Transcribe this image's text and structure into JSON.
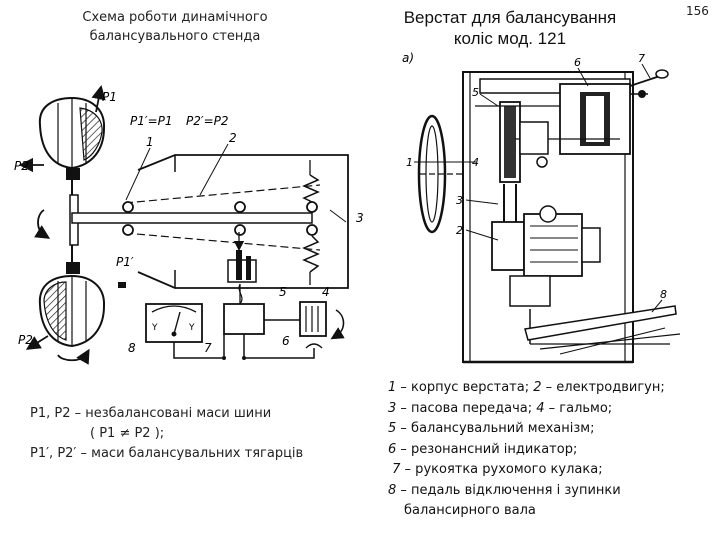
{
  "header": {
    "left_title_line1": "Схема роботи динамічного",
    "left_title_line2": "балансувального стенда",
    "right_title_line1": "Верстат для балансування",
    "right_title_line2": "коліс мод. 121",
    "page_number": "156"
  },
  "left_diagram": {
    "labels": {
      "p1": "P1",
      "p2": "P2",
      "eq1": "P1′=P1",
      "eq2": "P2′=P2",
      "p1_prime": "P1′",
      "n1": "1",
      "n2": "2",
      "n3": "3",
      "n4": "4",
      "n5": "5",
      "n6": "6",
      "n7": "7",
      "n8": "8"
    },
    "caption_line1": "P1, P2 – незбалансовані маси шини",
    "caption_line2": "( P1 ≠ P2 );",
    "caption_line3": "P1′, P2′ – маси балансувальних тягарців"
  },
  "right_diagram": {
    "labels": {
      "a": "а)",
      "n1": "1",
      "n2": "2",
      "n3": "3",
      "n4": "4",
      "n5": "5",
      "n6": "6",
      "n7": "7",
      "n8": "8"
    }
  },
  "legend": {
    "items": [
      {
        "num": "1",
        "text": " – корпус верстата; "
      },
      {
        "num": "2",
        "text": " – електродвигун;"
      },
      {
        "num": "3",
        "text": " – пасова передача; "
      },
      {
        "num": "4",
        "text": " – гальмо;"
      },
      {
        "num": "5",
        "text": " – балансувальний механізм;"
      },
      {
        "num": "6",
        "text": " – резонансний індикатор;"
      },
      {
        "num": "7",
        "text": " – рукоятка рухомого кулака;"
      },
      {
        "num": "8",
        "text": " – педаль відключення і зупинки"
      }
    ],
    "continuation": "балансирного вала"
  }
}
